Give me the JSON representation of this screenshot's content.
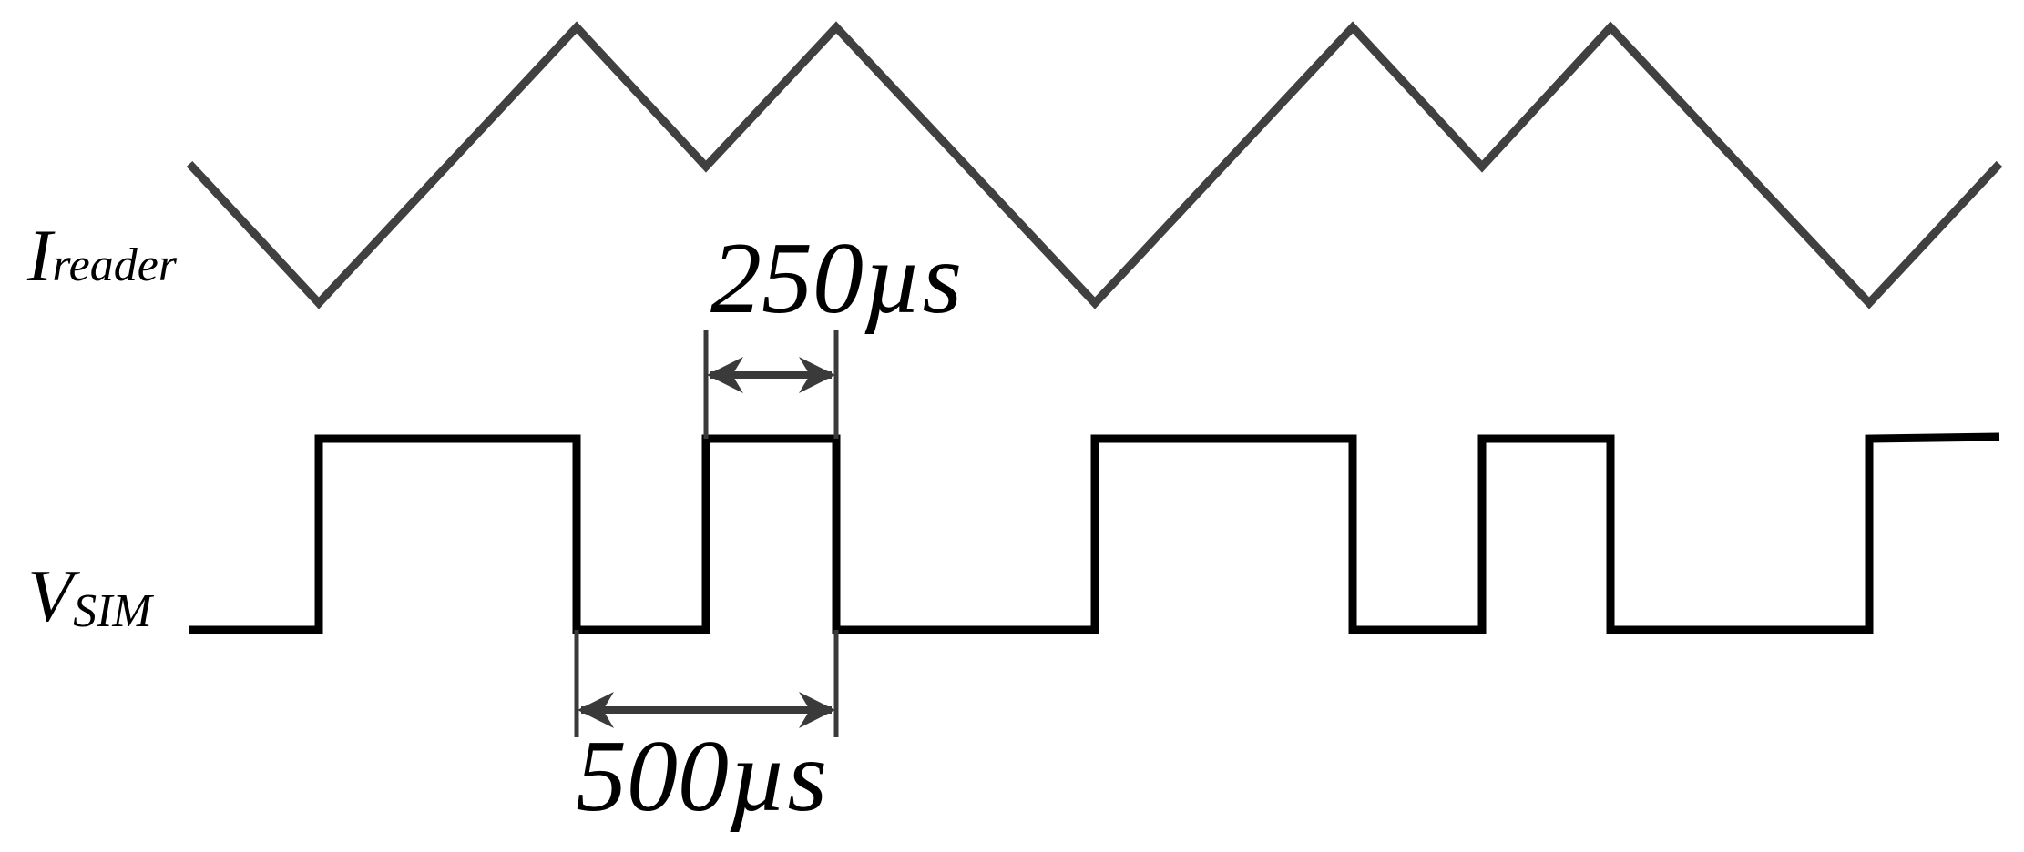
{
  "diagram": {
    "signals": {
      "current": {
        "symbol": "I",
        "subscript": "reader",
        "color": "#404040"
      },
      "voltage": {
        "symbol": "V",
        "subscript": "SIM",
        "color": "#000000"
      }
    },
    "dimensions": {
      "short": "250µs",
      "long": "500µs",
      "arrow_color": "#3a3a3a"
    }
  }
}
